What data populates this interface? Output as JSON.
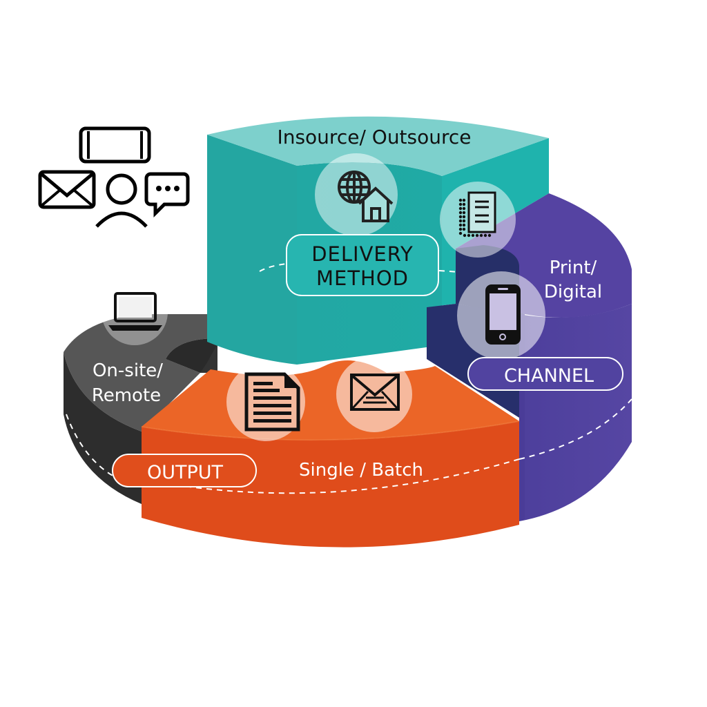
{
  "diagram": {
    "title": "Delivery model components",
    "segments": [
      {
        "id": "delivery-method",
        "heading": "DELIVERY METHOD",
        "heading_lines": [
          "DELIVERY",
          "METHOD"
        ],
        "option_text": "Insource/ Outsource",
        "icons": [
          "globe-home-icon",
          "printed-document-icon"
        ],
        "color": "#1fb3ad",
        "top_color": "#7fd1cd",
        "text_color": "#111111"
      },
      {
        "id": "channel",
        "heading": "CHANNEL",
        "option_lines": [
          "Print/",
          "Digital"
        ],
        "icons": [
          "smartphone-icon"
        ],
        "color": "#4f3d9b",
        "top_color": "#5a45a6",
        "text_color": "#ffffff"
      },
      {
        "id": "output",
        "heading": "OUTPUT",
        "option_text": "Single / Batch",
        "icons": [
          "document-icon",
          "envelope-icon"
        ],
        "color": "#e04e1c",
        "top_color": "#eb6526",
        "text_color": "#ffffff"
      },
      {
        "id": "location",
        "option_lines": [
          "On-site/",
          "Remote"
        ],
        "icons": [
          "laptop-icon"
        ],
        "color": "#2c2c2c",
        "top_color": "#555555",
        "text_color": "#ffffff"
      }
    ],
    "legend_icons": [
      "smartphone-landscape-icon",
      "envelope-icon",
      "person-icon",
      "chat-bubble-icon"
    ]
  }
}
